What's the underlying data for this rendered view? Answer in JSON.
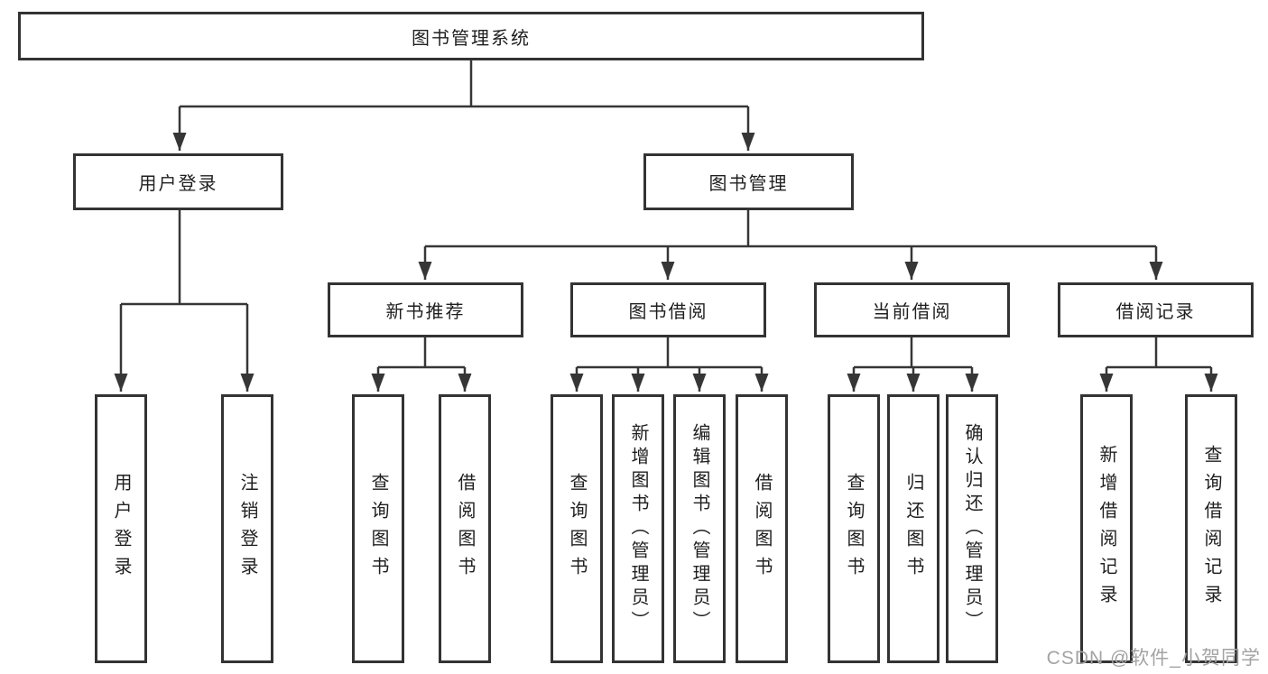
{
  "diagram": {
    "root": {
      "label": "图书管理系统"
    },
    "level2": [
      {
        "id": "user-login",
        "label": "用户登录"
      },
      {
        "id": "book-management",
        "label": "图书管理"
      }
    ],
    "level3": [
      {
        "id": "new-book-recommend",
        "label": "新书推荐",
        "parent": "图书管理"
      },
      {
        "id": "book-borrow",
        "label": "图书借阅",
        "parent": "图书管理"
      },
      {
        "id": "current-borrow",
        "label": "当前借阅",
        "parent": "图书管理"
      },
      {
        "id": "borrow-records",
        "label": "借阅记录",
        "parent": "图书管理"
      }
    ],
    "leaves": [
      {
        "label": "用户登录",
        "parent": "用户登录"
      },
      {
        "label": "注销登录",
        "parent": "用户登录"
      },
      {
        "label": "查询图书",
        "parent": "新书推荐"
      },
      {
        "label": "借阅图书",
        "parent": "新书推荐"
      },
      {
        "label": "查询图书",
        "parent": "图书借阅"
      },
      {
        "label": "新增图书（管理员）",
        "parent": "图书借阅"
      },
      {
        "label": "编辑图书（管理员）",
        "parent": "图书借阅"
      },
      {
        "label": "借阅图书",
        "parent": "图书借阅"
      },
      {
        "label": "查询图书",
        "parent": "当前借阅"
      },
      {
        "label": "归还图书",
        "parent": "当前借阅"
      },
      {
        "label": "确认归还（管理员）",
        "parent": "当前借阅"
      },
      {
        "label": "新增借阅记录",
        "parent": "借阅记录"
      },
      {
        "label": "查询借阅记录",
        "parent": "借阅记录"
      }
    ],
    "watermark": "CSDN @软件_小贺同学",
    "colors": {
      "line": "#363636",
      "box_border": "#333333",
      "text": "#1f1f1f",
      "watermark": "#a3a3a3",
      "background": "#ffffff"
    }
  }
}
